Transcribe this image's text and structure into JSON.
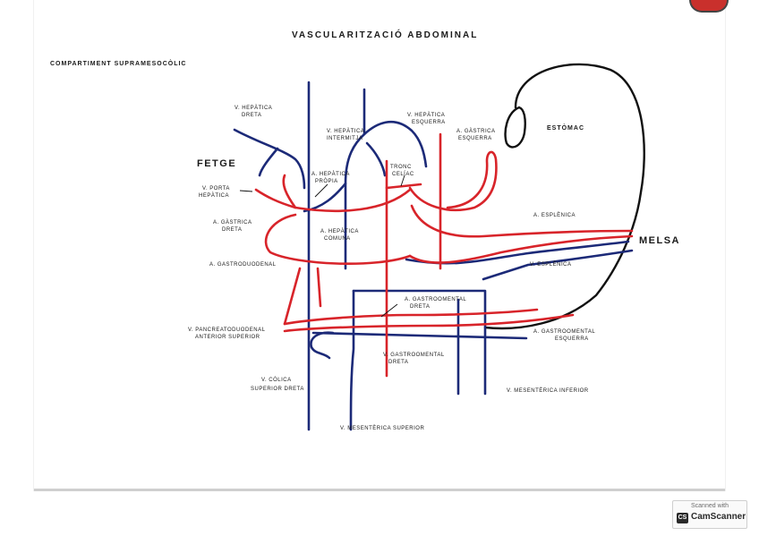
{
  "title": "VASCULARITZACIÓ ABDOMINAL",
  "subtitle": "COMPARTIMENT SUPRAMESOCÒLIC",
  "colors": {
    "vein": "#1c2a78",
    "artery": "#d8242a",
    "organ": "#111111"
  },
  "organs": {
    "fetge": "FETGE",
    "estomac": "ESTÒMAC",
    "melsa": "MELSA"
  },
  "labels": {
    "v_hepatica_dreta_1": "V. HEPÀTICA",
    "v_hepatica_dreta_2": "DRETA",
    "v_hepatica_intermitja_1": "V. HEPÀTICA",
    "v_hepatica_intermitja_2": "INTERMITJA",
    "v_hepatica_esquerra_1": "V. HEPÀTICA",
    "v_hepatica_esquerra_2": "ESQUERRA",
    "a_gastrica_esquerra_1": "A. GÀSTRICA",
    "a_gastrica_esquerra_2": "ESQUERRA",
    "a_hepatica_propia_1": "A. HEPÀTICA",
    "a_hepatica_propia_2": "PRÒPIA",
    "tronc_celiac_1": "TRONC",
    "tronc_celiac_2": "CELÍAC",
    "v_porta_1": "V. PORTA",
    "v_porta_2": "HEPÀTICA",
    "a_gastrica_dreta_1": "A. GÀSTRICA",
    "a_gastrica_dreta_2": "DRETA",
    "a_hepatica_comuna_1": "A. HEPÀTICA",
    "a_hepatica_comuna_2": "COMUNA",
    "a_esplenica": "A. ESPLÈNICA",
    "a_gastroduodenal": "A. GASTRODUODENAL",
    "v_esplenica": "V. ESPLÈNICA",
    "a_gastroomental_dreta_1": "A. GASTROOMENTAL",
    "a_gastroomental_dreta_2": "DRETA",
    "v_pancreatoduodenal_1": "V. PANCREATODUODENAL",
    "v_pancreatoduodenal_2": "ANTERIOR SUPERIOR",
    "a_gastroomental_esquerra_1": "A. GASTROOMENTAL",
    "a_gastroomental_esquerra_2": "ESQUERRA",
    "v_gastroomental_dreta_1": "V. GASTROOMENTAL",
    "v_gastroomental_dreta_2": "DRETA",
    "v_colica_1": "V. CÒLICA",
    "v_colica_2": "SUPERIOR DRETA",
    "v_mesenterica_inferior": "V. MESENTÈRICA INFERIOR",
    "v_mesenterica_superior": "V. MESENTÈRICA SUPERIOR"
  },
  "watermark": {
    "top": "Scanned with",
    "logo": "CS",
    "name": "CamScanner"
  }
}
